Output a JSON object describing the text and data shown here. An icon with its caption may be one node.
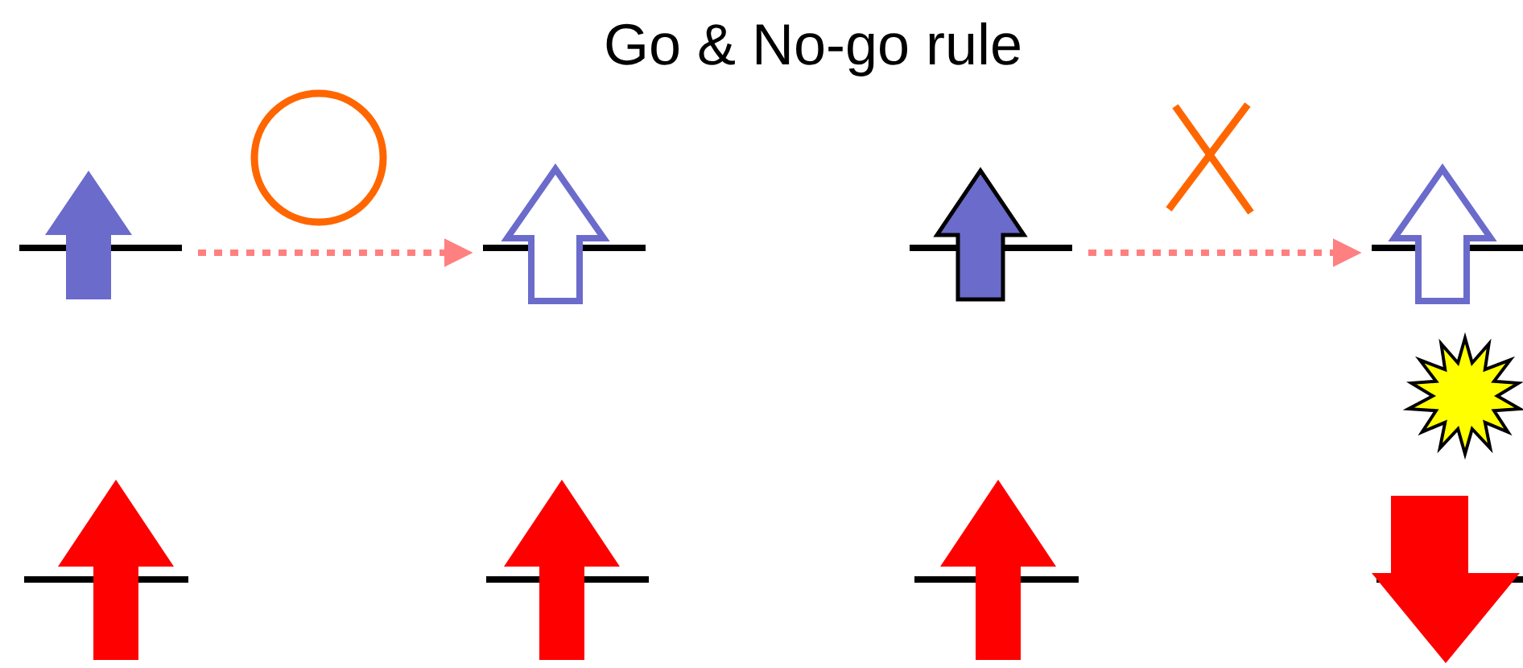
{
  "diagram": {
    "title": "Go & No-go rule",
    "nodes": [
      {
        "text": [],
        "shape": "bar"
      },
      {
        "text": [],
        "shape": "bar"
      },
      {
        "text": [],
        "shape": "bar"
      },
      {
        "text": [],
        "shape": "bar"
      }
    ],
    "edges": [
      {
        "from": 0,
        "to": 1,
        "arrow": "to",
        "style": "dashed"
      },
      {
        "from": 2,
        "to": 3,
        "arrow": "to",
        "style": "dashed"
      }
    ]
  }
}
